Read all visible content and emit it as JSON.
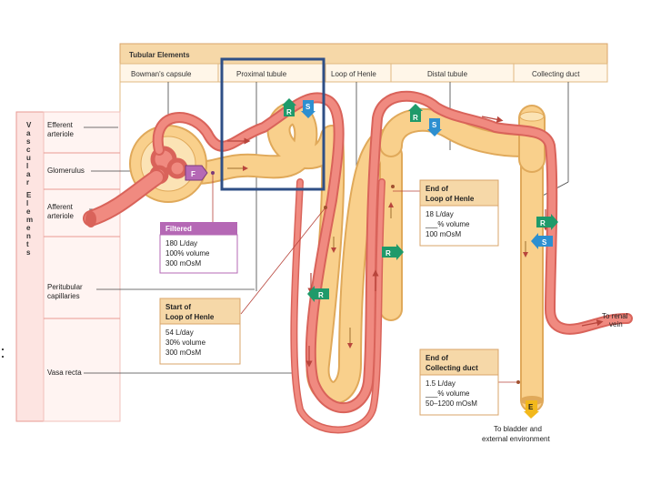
{
  "tubular_header": "Tubular Elements",
  "segments": [
    "Bowman's capsule",
    "Proximal tubule",
    "Loop of Henle",
    "Distal tubule",
    "Collecting duct"
  ],
  "vascular_label": "Vascular Elements",
  "vascular_items": [
    "Efferent",
    "arteriole",
    "Glomerulus",
    "Afferent",
    "arteriole",
    "Peritubular",
    "capillaries",
    "Vasa recta"
  ],
  "filtered": {
    "title": "Filtered",
    "line1": "180 L/day",
    "line2": "100% volume",
    "line3": "300 mOsM"
  },
  "start_loop": {
    "title1": "Start of",
    "title2": "Loop of Henle",
    "line1": "54 L/day",
    "line2": "30% volume",
    "line3": "300 mOsM"
  },
  "end_loop": {
    "title1": "End of",
    "title2": "Loop of Henle",
    "line1": "18 L/day",
    "line2": "___% volume",
    "line3": "100 mOsM"
  },
  "end_duct": {
    "title1": "End of",
    "title2": "Collecting duct",
    "line1": "1.5 L/day",
    "line2": "___% volume",
    "line3": "50–1200 mOsM"
  },
  "renal_vein": [
    "To renal",
    "vein"
  ],
  "bladder": [
    "To bladder and",
    "external environment"
  ],
  "markers": {
    "F": "F",
    "R": "R",
    "S": "S",
    "E": "E"
  },
  "colors": {
    "tubule": "#f9d08c",
    "tubule_edge": "#e0a95a",
    "vessel": "#f08a80",
    "vessel_edge": "#d9635a",
    "box_border": "#2f4f86",
    "filtered": "#b568b5",
    "reabsorb": "#1f9a6a",
    "secrete": "#2d8fd0"
  }
}
